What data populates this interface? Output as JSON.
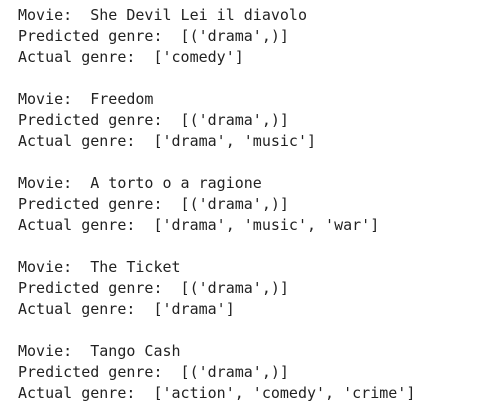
{
  "output": {
    "blocks": [
      {
        "movie_line": "Movie:  She Devil Lei il diavolo",
        "predicted_line": "Predicted genre:  [('drama',)]",
        "actual_line": "Actual genre:  ['comedy']"
      },
      {
        "movie_line": "Movie:  Freedom",
        "predicted_line": "Predicted genre:  [('drama',)]",
        "actual_line": "Actual genre:  ['drama', 'music']"
      },
      {
        "movie_line": "Movie:  A torto o a ragione",
        "predicted_line": "Predicted genre:  [('drama',)]",
        "actual_line": "Actual genre:  ['drama', 'music', 'war']"
      },
      {
        "movie_line": "Movie:  The Ticket",
        "predicted_line": "Predicted genre:  [('drama',)]",
        "actual_line": "Actual genre:  ['drama']"
      },
      {
        "movie_line": "Movie:  Tango Cash",
        "predicted_line": "Predicted genre:  [('drama',)]",
        "actual_line": "Actual genre:  ['action', 'comedy', 'crime']"
      }
    ]
  }
}
